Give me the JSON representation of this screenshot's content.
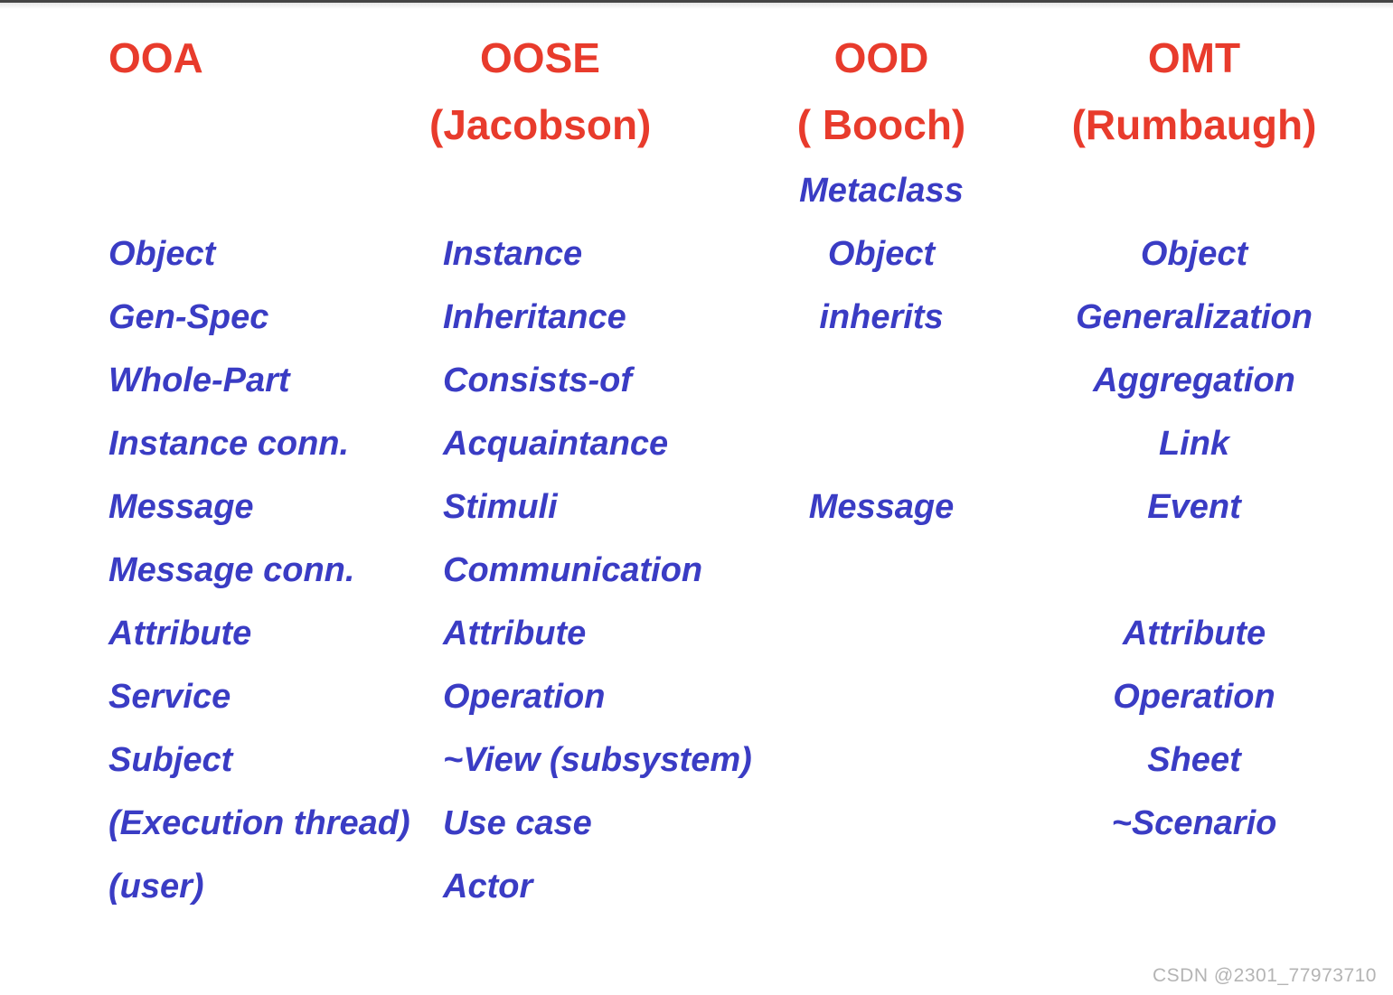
{
  "table": {
    "columns": [
      {
        "id": "ooa",
        "title": "OOA",
        "subtitle": ""
      },
      {
        "id": "oose",
        "title": "OOSE",
        "subtitle": "(Jacobson)"
      },
      {
        "id": "ood",
        "title": "OOD",
        "subtitle": "( Booch)"
      },
      {
        "id": "omt",
        "title": "OMT",
        "subtitle": "(Rumbaugh)"
      }
    ],
    "rows": [
      [
        "",
        "",
        "Metaclass",
        ""
      ],
      [
        "Object",
        "Instance",
        "Object",
        "Object"
      ],
      [
        "Gen-Spec",
        "Inheritance",
        "inherits",
        "Generalization"
      ],
      [
        "Whole-Part",
        "Consists-of",
        "",
        "Aggregation"
      ],
      [
        "Instance conn.",
        "Acquaintance",
        "",
        "Link"
      ],
      [
        "Message",
        "Stimuli",
        "Message",
        "Event"
      ],
      [
        "Message conn.",
        "Communication",
        "",
        ""
      ],
      [
        "Attribute",
        "Attribute",
        "",
        "Attribute"
      ],
      [
        "Service",
        "Operation",
        "",
        "Operation"
      ],
      [
        "Subject",
        "~View (subsystem)",
        "",
        "Sheet"
      ],
      [
        "(Execution thread)",
        "Use case",
        "",
        "~Scenario"
      ],
      [
        "(user)",
        "Actor",
        "",
        ""
      ]
    ]
  },
  "watermark": "CSDN @2301_77973710",
  "colors": {
    "header_red": "#e83b2c",
    "body_blue": "#3a3cc4",
    "watermark_gray": "#b4b4b4"
  }
}
